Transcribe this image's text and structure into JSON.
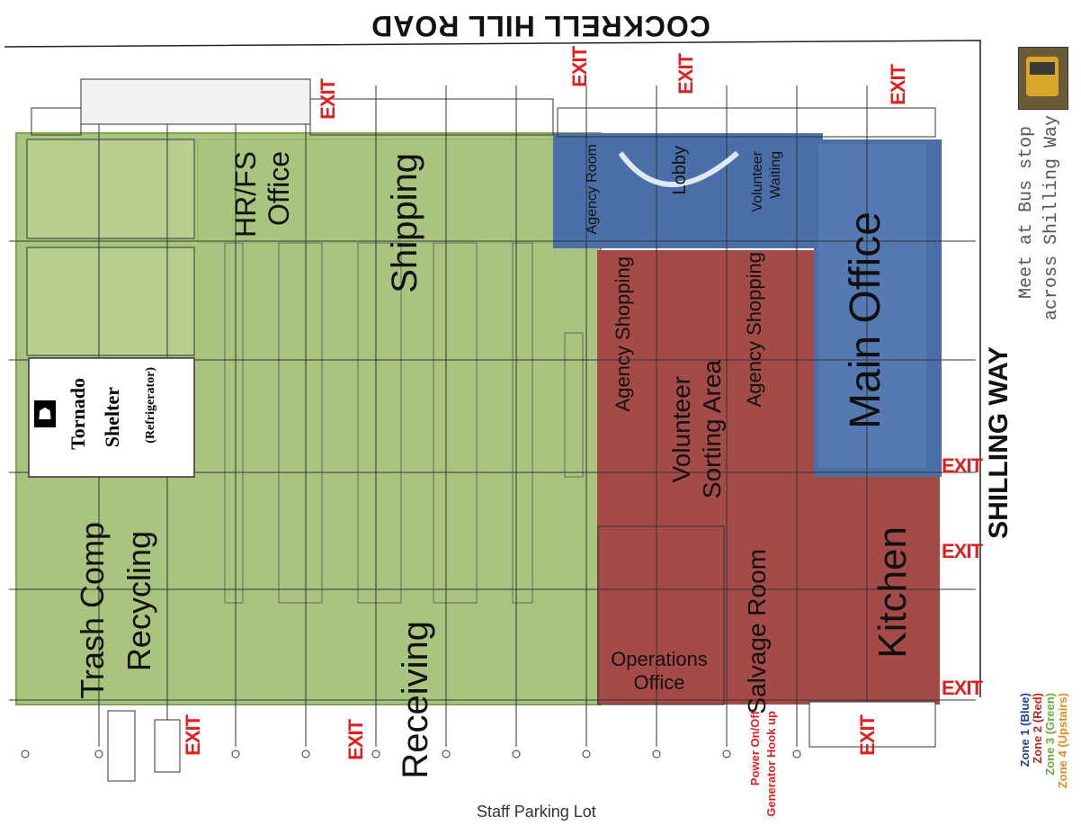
{
  "roads": {
    "top": "COCKRELL HILL ROAD",
    "right": "SHILLING WAY",
    "bottom": "Staff Parking Lot"
  },
  "meet_point": {
    "line1": "Meet at Bus stop",
    "line2": "across Shilling Way",
    "icon": "bus-icon"
  },
  "rooms": {
    "shipping": "Shipping",
    "hr_fs_office_1": "HR/FS",
    "hr_fs_office_2": "Office",
    "receiving": "Receiving",
    "trash_comp": "Trash Comp",
    "recycling": "Recycling",
    "tornado_1": "Tornado",
    "tornado_2": "Shelter",
    "tornado_3": "(Refrigerator)",
    "agency_room": "Agency Room",
    "lobby": "Lobby",
    "volunteer_waiting_1": "Volunteer",
    "volunteer_waiting_2": "Waiting",
    "main_office": "Main Office",
    "agency_shopping_1": "Agency Shopping",
    "agency_shopping_2": "Agency Shopping",
    "volunteer_sorting_1": "Volunteer",
    "volunteer_sorting_2": "Sorting Area",
    "salvage_room": "Salvage Room",
    "operations_1": "Operations",
    "operations_2": "Office",
    "kitchen": "Kitchen",
    "power_1": "Power On/Off",
    "power_2": "Generator Hook up"
  },
  "exit_label": "EXIT",
  "legend": [
    {
      "text": "Zone 1 (Blue)",
      "color": "#1e3fa0"
    },
    {
      "text": "Zone 2 (Red)",
      "color": "#c0241e"
    },
    {
      "text": "Zone 3 (Green)",
      "color": "#6cab3c"
    },
    {
      "text": "Zone 4 (Upstairs)",
      "color": "#e88a1a"
    }
  ],
  "colors": {
    "green_zone": "#a8c47e",
    "red_zone": "#a44a47",
    "blue_zone": "#4a6fa8",
    "exit": "#e41e1e"
  }
}
